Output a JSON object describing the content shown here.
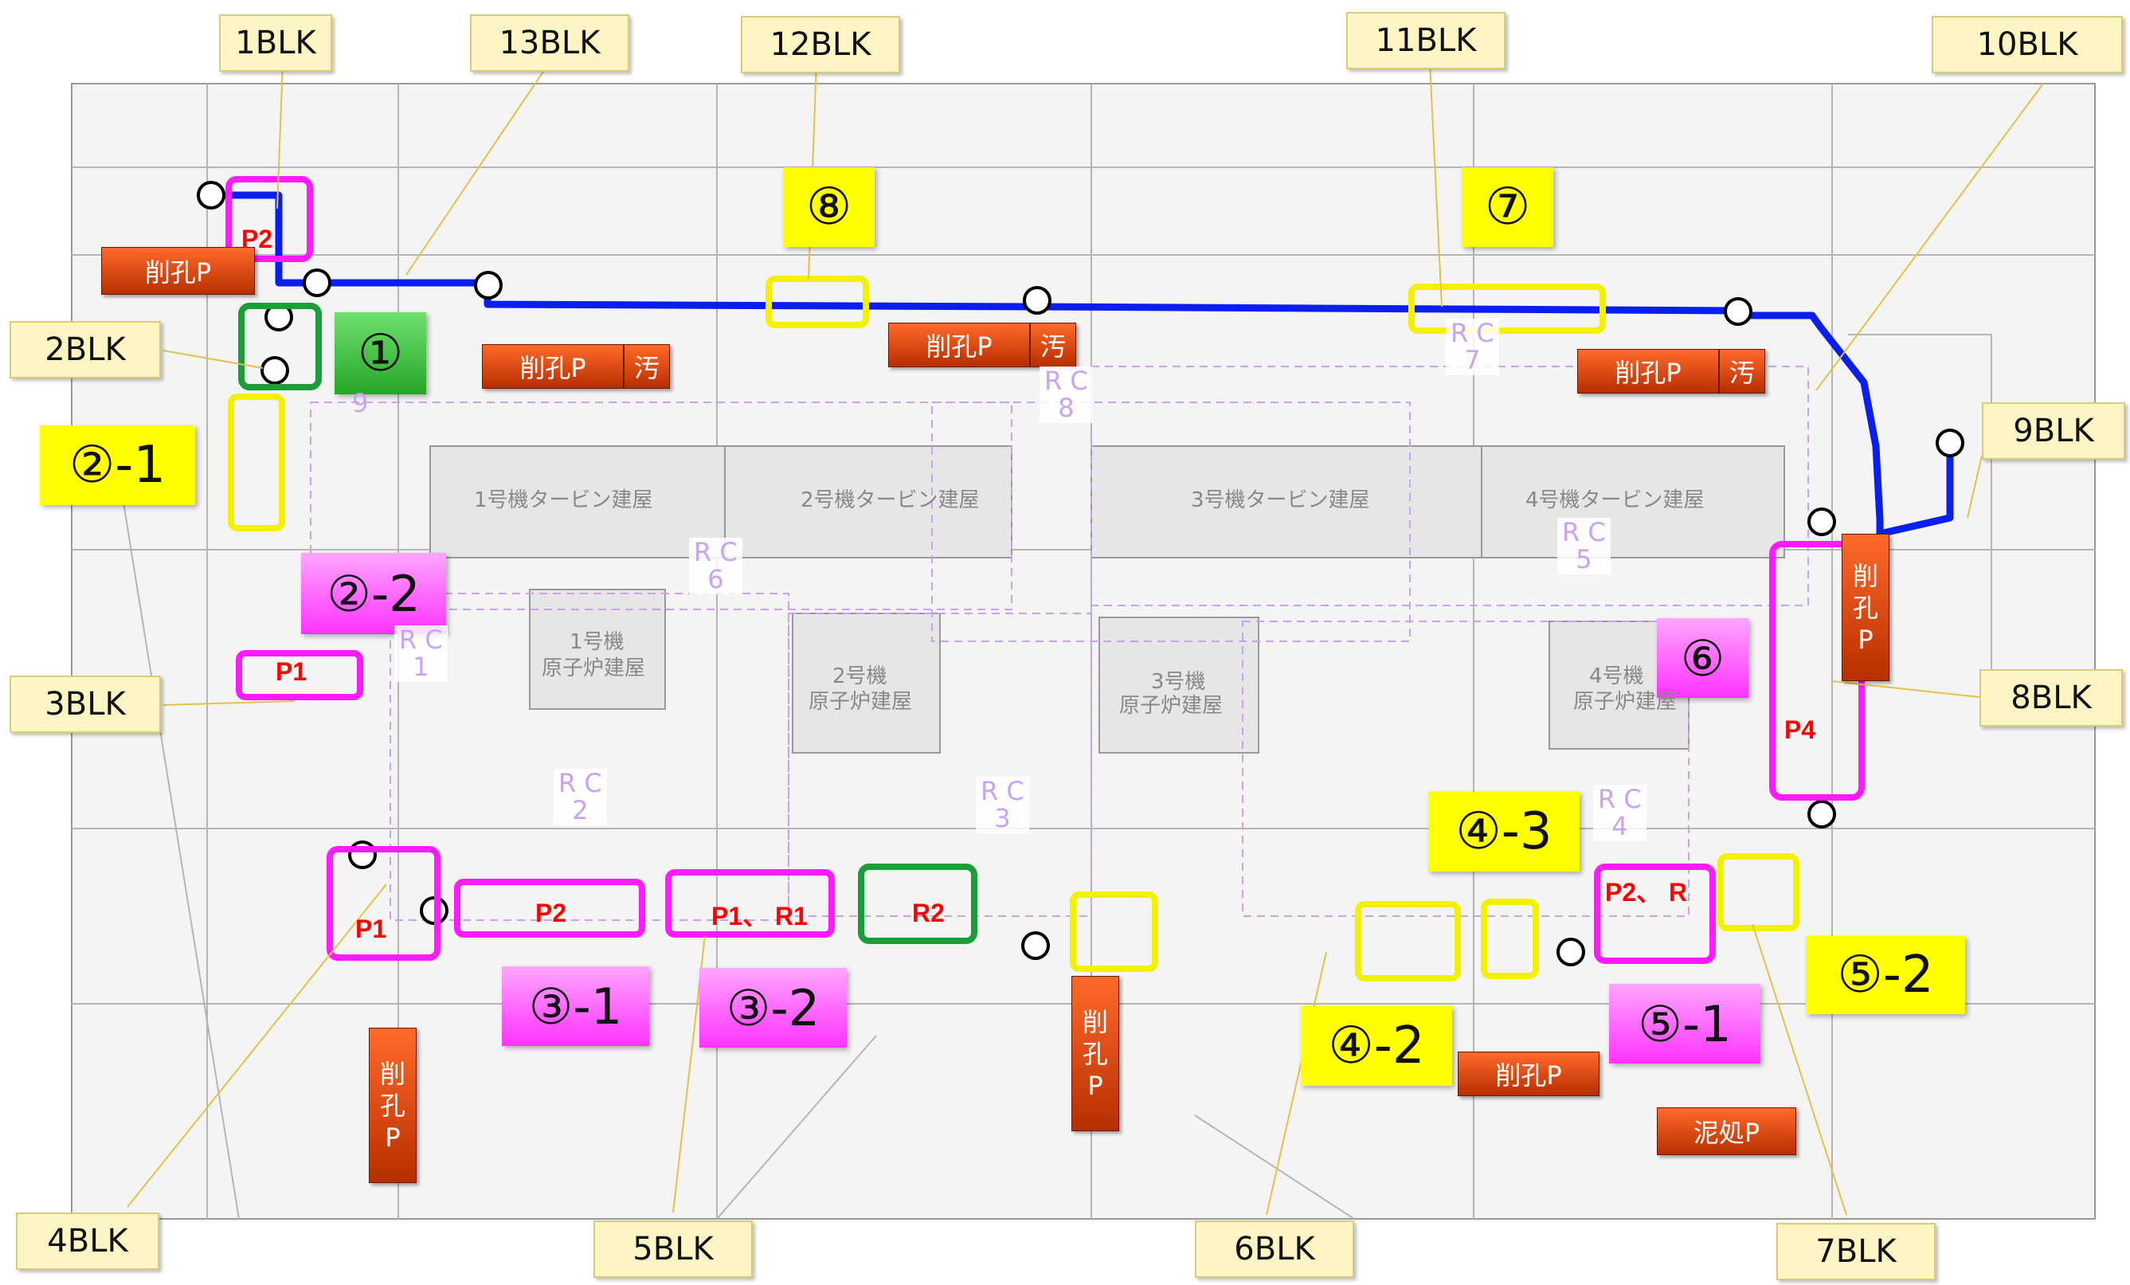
{
  "block_labels": {
    "b1": "1BLK",
    "b13": "13BLK",
    "b12": "12BLK",
    "b11": "11BLK",
    "b10": "10BLK",
    "b2": "2BLK",
    "b9": "9BLK",
    "b3": "3BLK",
    "b8": "8BLK",
    "b4": "4BLK",
    "b5": "5BLK",
    "b6": "6BLK",
    "b7": "7BLK"
  },
  "area_labels": {
    "a1": "①",
    "a21": "②-1",
    "a22": "②-2",
    "a31": "③-1",
    "a32": "③-2",
    "a42": "④-2",
    "a43": "④-3",
    "a51": "⑤-1",
    "a52": "⑤-2",
    "a6": "⑥",
    "a7": "⑦",
    "a8": "⑧"
  },
  "pump_labels": {
    "drill": "削孔P",
    "waste": "汚",
    "drill_v": [
      "削",
      "孔",
      "P"
    ],
    "mud": "泥処P"
  },
  "segment_codes": {
    "p2_top": "P2",
    "p1_left": "P1",
    "p1_corner": "P1",
    "p2_mid": "P2",
    "p1r1": "P1、 R1",
    "r2": "R2",
    "p2r": "P2、 R",
    "p4": "P4"
  },
  "rc_labels": {
    "rc1": [
      "R C",
      "1"
    ],
    "rc2": [
      "R C",
      "2"
    ],
    "rc3": [
      "R C",
      "3"
    ],
    "rc4": [
      "R C",
      "4"
    ],
    "rc5": [
      "R C",
      "5"
    ],
    "rc6": [
      "R C",
      "6"
    ],
    "rc7": [
      "R C",
      "7"
    ],
    "rc8": [
      "R C",
      "8"
    ],
    "rc9": "9"
  },
  "building_labels": {
    "t1": "1号機タービン建屋",
    "t2": "2号機タービン建屋",
    "t3": "3号機タービン建屋",
    "t4": "4号機タービン建屋",
    "r1": "1号機",
    "r1b": "原子炉建屋",
    "r2": "2号機",
    "r2b": "原子炉建屋",
    "r3": "3号機",
    "r3b": "原子炉建屋",
    "r4": "4号機",
    "r4b": "原子炉建屋"
  },
  "colors": {
    "route": "#0a1ef0",
    "highlight_magenta": "#ff1aff",
    "highlight_yellow": "#f2f200",
    "highlight_green": "#1a9e3a",
    "pump": "#d84a12",
    "rc_boundary": "#c9a3f2"
  }
}
